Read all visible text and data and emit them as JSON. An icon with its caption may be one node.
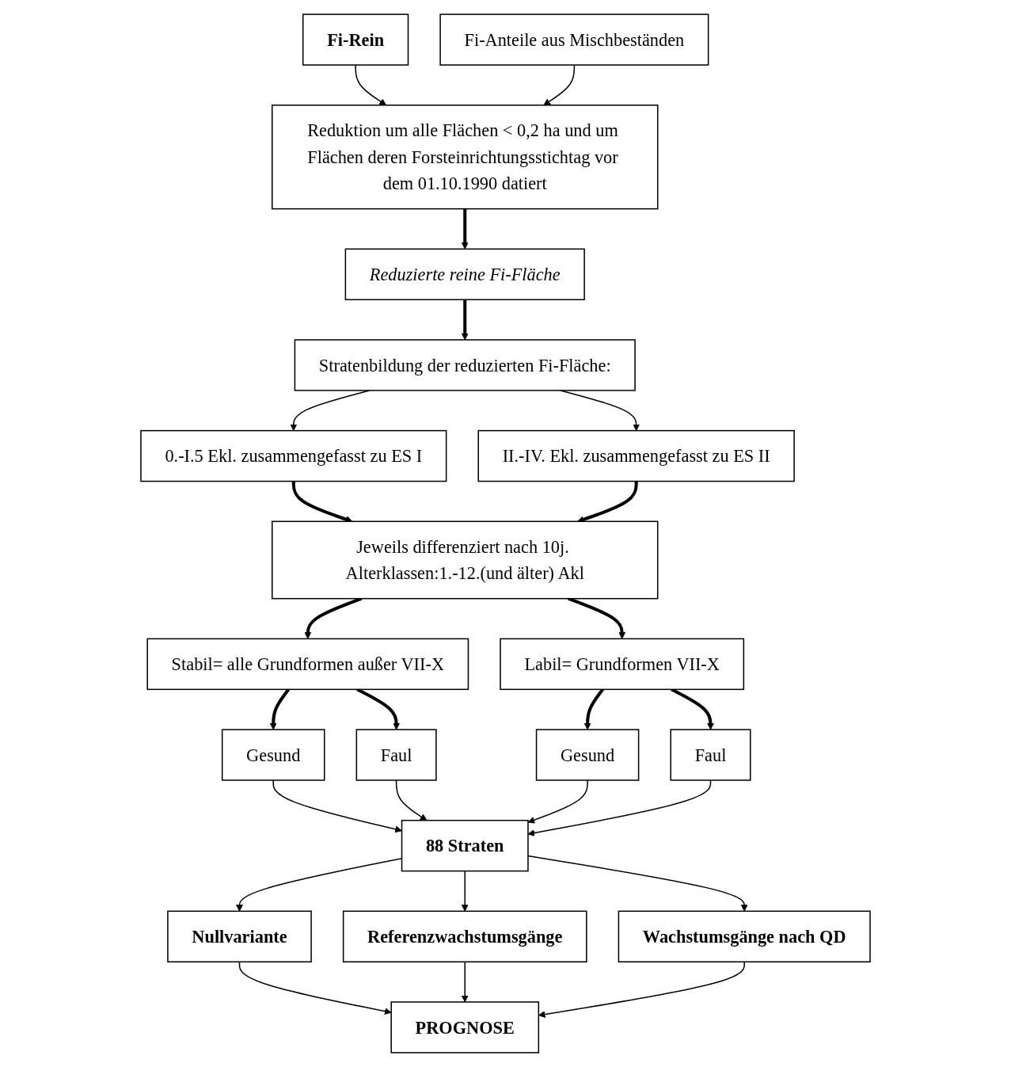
{
  "diagram": {
    "nodes": [
      {
        "text": [
          "Fi-Rein"
        ]
      },
      {
        "text": [
          "Fi-Anteile aus Mischbeständen"
        ]
      },
      {
        "text": [
          "Reduktion um alle Flächen < 0,2 ha und um Flächen deren Forsteinrichtungsstichtag vor dem 01.10.1990 datiert"
        ]
      },
      {
        "text": [
          "Reduzierte reine Fi-Fläche"
        ]
      },
      {
        "text": [
          "Stratenbildung der reduzierten Fi-Fläche:"
        ]
      },
      {
        "text": [
          "0.-I.5 Ekl. zusammengefasst zu ES I"
        ]
      },
      {
        "text": [
          "II.-IV. Ekl. zusammengefasst zu ES II"
        ]
      },
      {
        "text": [
          "Jeweils differenziert nach 10j. Alterklassen:1.-12.(und älter) Akl"
        ]
      },
      {
        "text": [
          "Stabil= alle Grundformen außer VII-X"
        ]
      },
      {
        "text": [
          "Labil= Grundformen VII-X"
        ]
      },
      {
        "text": [
          "Gesund"
        ]
      },
      {
        "text": [
          "Faul"
        ]
      },
      {
        "text": [
          "Gesund"
        ]
      },
      {
        "text": [
          "Faul"
        ]
      },
      {
        "text": [
          "88 Straten"
        ]
      },
      {
        "text": [
          "Nullvariante"
        ]
      },
      {
        "text": [
          "Referenzwachstumsgänge"
        ]
      },
      {
        "text": [
          "Wachstumsgänge nach QD"
        ]
      },
      {
        "text": [
          "PROGNOSE"
        ]
      }
    ],
    "edges": [
      {
        "from": 0,
        "to": 2,
        "arrow": "to"
      },
      {
        "from": 1,
        "to": 2,
        "arrow": "to"
      },
      {
        "from": 2,
        "to": 3,
        "arrow": "to",
        "style": "thick"
      },
      {
        "from": 3,
        "to": 4,
        "arrow": "to",
        "style": "thick"
      },
      {
        "from": 4,
        "to": 5,
        "arrow": "to"
      },
      {
        "from": 4,
        "to": 6,
        "arrow": "to"
      },
      {
        "from": 5,
        "to": 7,
        "arrow": "to",
        "style": "thick"
      },
      {
        "from": 6,
        "to": 7,
        "arrow": "to",
        "style": "thick"
      },
      {
        "from": 7,
        "to": 8,
        "arrow": "to",
        "style": "thick"
      },
      {
        "from": 7,
        "to": 9,
        "arrow": "to",
        "style": "thick"
      },
      {
        "from": 8,
        "to": 10,
        "arrow": "to",
        "style": "thick"
      },
      {
        "from": 8,
        "to": 11,
        "arrow": "to",
        "style": "thick"
      },
      {
        "from": 9,
        "to": 12,
        "arrow": "to",
        "style": "thick"
      },
      {
        "from": 9,
        "to": 13,
        "arrow": "to",
        "style": "thick"
      },
      {
        "from": 10,
        "to": 14,
        "arrow": "to"
      },
      {
        "from": 11,
        "to": 14,
        "arrow": "to"
      },
      {
        "from": 12,
        "to": 14,
        "arrow": "to"
      },
      {
        "from": 13,
        "to": 14,
        "arrow": "to"
      },
      {
        "from": 14,
        "to": 15,
        "arrow": "to"
      },
      {
        "from": 14,
        "to": 16,
        "arrow": "to"
      },
      {
        "from": 14,
        "to": 17,
        "arrow": "to"
      },
      {
        "from": 15,
        "to": 18,
        "arrow": "to"
      },
      {
        "from": 16,
        "to": 18,
        "arrow": "to"
      },
      {
        "from": 17,
        "to": 18,
        "arrow": "to"
      }
    ]
  }
}
